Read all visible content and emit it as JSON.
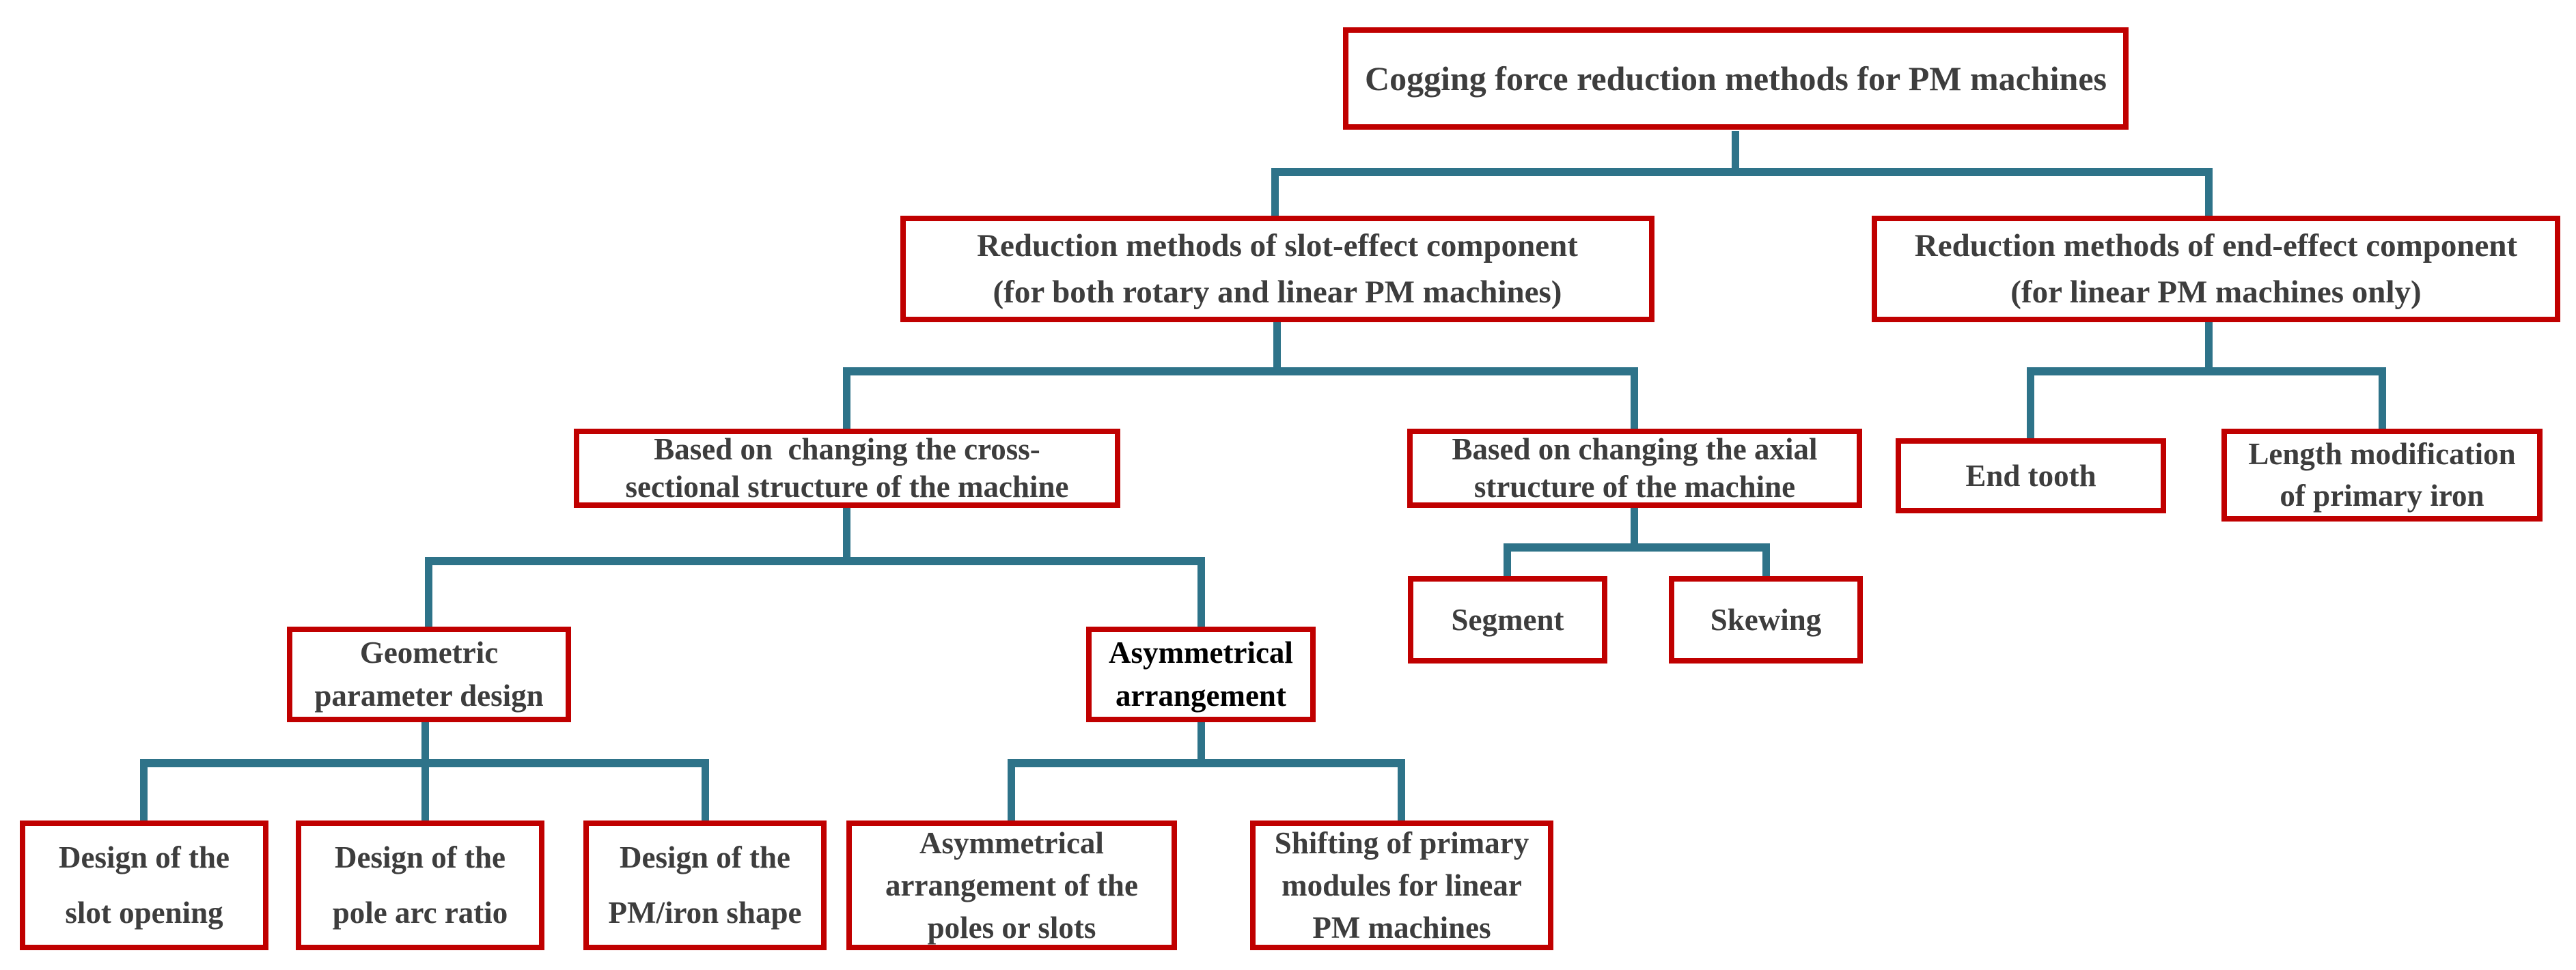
{
  "diagram": {
    "title": "Cogging force reduction methods for PM machines",
    "background_color": "#ffffff",
    "box_border_color": "#c00000",
    "connector_color": "#2e7389",
    "text_color": "#3d3d3d",
    "emphasis_text_color": "#000000"
  },
  "nodes": {
    "root": {
      "label": "Cogging force reduction methods for PM machines"
    },
    "slot_effect": {
      "label": "Reduction methods of slot-effect component\n(for both rotary and linear PM machines)"
    },
    "end_effect": {
      "label": "Reduction methods of end-effect component\n(for linear PM machines only)"
    },
    "cross_sectional": {
      "label": "Based on  changing the cross-\nsectional structure of the machine"
    },
    "axial": {
      "label": "Based on changing the axial\nstructure of the machine"
    },
    "end_tooth": {
      "label": "End tooth"
    },
    "length_modification": {
      "label": "Length modification\nof primary iron"
    },
    "segment": {
      "label": "Segment"
    },
    "skewing": {
      "label": "Skewing"
    },
    "geometric_parameter": {
      "label": "Geometric\nparameter design"
    },
    "asymmetrical_arrangement": {
      "label": "Asymmetrical\narrangement"
    },
    "slot_opening": {
      "label": "Design of the\nslot opening"
    },
    "pole_arc_ratio": {
      "label": "Design of the\npole arc ratio"
    },
    "pm_iron_shape": {
      "label": "Design of the\nPM/iron shape"
    },
    "asym_poles_slots": {
      "label": "Asymmetrical\narrangement of the\npoles or slots"
    },
    "shifting_modules": {
      "label": "Shifting of primary\nmodules for linear\nPM machines"
    }
  }
}
